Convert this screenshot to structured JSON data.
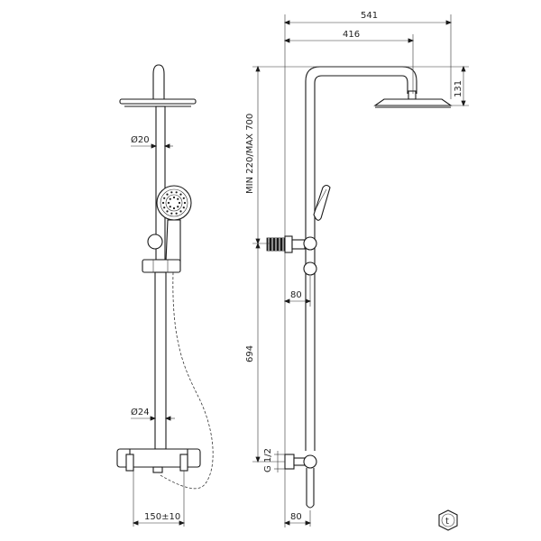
{
  "dimensions": {
    "head_diameter_top": "Ø20",
    "rail_diameter": "Ø24",
    "centres": "150±10",
    "total_reach": "541",
    "arm_reach": "416",
    "head_drop": "131",
    "adjustable_height": "MIN 220/MAX 700",
    "column_height": "694",
    "wall_offset_bracket": "80",
    "wall_offset_inlet": "80",
    "inlet_thread": "G 1/2"
  },
  "logo": {
    "glyph": "t"
  }
}
